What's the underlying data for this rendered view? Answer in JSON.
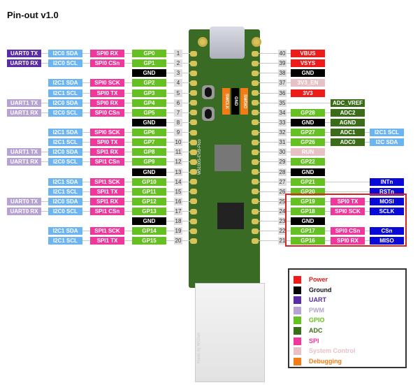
{
  "title": "Pin-out v1.0",
  "board": {
    "name": "W5100S-EVB-Pico",
    "maker": "Made by WIZnet",
    "debug_labels": [
      "SWCLK",
      "GND",
      "SWDIO"
    ]
  },
  "colors": {
    "uart": "#5a2ca6",
    "pwm": "#b7a3d3",
    "i2c": "#6cb5f2",
    "spi": "#f0389c",
    "gpio": "#65c022",
    "gnd": "#000000",
    "power": "#ee1b1b",
    "adc": "#3b6d19",
    "sys": "#e8c1c7",
    "wiz": "#0a0ad8",
    "debug": "#f47c16",
    "highlight": "#dd2222"
  },
  "left_pins": [
    {
      "num": "1",
      "cols": [
        [
          "UART0 TX",
          "uart"
        ],
        [
          "I2C0 SDA",
          "i2c"
        ],
        [
          "SPI0 RX",
          "spi"
        ],
        [
          "GP0",
          "gpio"
        ]
      ]
    },
    {
      "num": "2",
      "cols": [
        [
          "UART0 RX",
          "uart"
        ],
        [
          "I2C0 SCL",
          "i2c"
        ],
        [
          "SPI0 CSn",
          "spi"
        ],
        [
          "GP1",
          "gpio"
        ]
      ]
    },
    {
      "num": "3",
      "cols": [
        null,
        null,
        null,
        [
          "GND",
          "gnd"
        ]
      ]
    },
    {
      "num": "4",
      "cols": [
        null,
        [
          "I2C1 SDA",
          "i2c"
        ],
        [
          "SPI0 SCK",
          "spi"
        ],
        [
          "GP2",
          "gpio"
        ]
      ]
    },
    {
      "num": "5",
      "cols": [
        null,
        [
          "I2C1 SCL",
          "i2c"
        ],
        [
          "SPI0 TX",
          "spi"
        ],
        [
          "GP3",
          "gpio"
        ]
      ]
    },
    {
      "num": "6",
      "cols": [
        [
          "UART1 TX",
          "pwm"
        ],
        [
          "I2C0 SDA",
          "i2c"
        ],
        [
          "SPI0 RX",
          "spi"
        ],
        [
          "GP4",
          "gpio"
        ]
      ]
    },
    {
      "num": "7",
      "cols": [
        [
          "UART1 RX",
          "pwm"
        ],
        [
          "I2C0 SCL",
          "i2c"
        ],
        [
          "SPI0 CSn",
          "spi"
        ],
        [
          "GP5",
          "gpio"
        ]
      ]
    },
    {
      "num": "8",
      "cols": [
        null,
        null,
        null,
        [
          "GND",
          "gnd"
        ]
      ]
    },
    {
      "num": "9",
      "cols": [
        null,
        [
          "I2C1 SDA",
          "i2c"
        ],
        [
          "SPI0 SCK",
          "spi"
        ],
        [
          "GP6",
          "gpio"
        ]
      ]
    },
    {
      "num": "10",
      "cols": [
        null,
        [
          "I2C1 SCL",
          "i2c"
        ],
        [
          "SPI0 TX",
          "spi"
        ],
        [
          "GP7",
          "gpio"
        ]
      ]
    },
    {
      "num": "11",
      "cols": [
        [
          "UART1 TX",
          "pwm"
        ],
        [
          "I2C0 SDA",
          "i2c"
        ],
        [
          "SPI1 RX",
          "spi"
        ],
        [
          "GP8",
          "gpio"
        ]
      ]
    },
    {
      "num": "12",
      "cols": [
        [
          "UART1 RX",
          "pwm"
        ],
        [
          "I2C0 SCL",
          "i2c"
        ],
        [
          "SPI1 CSn",
          "spi"
        ],
        [
          "GP9",
          "gpio"
        ]
      ]
    },
    {
      "num": "13",
      "cols": [
        null,
        null,
        null,
        [
          "GND",
          "gnd"
        ]
      ]
    },
    {
      "num": "14",
      "cols": [
        null,
        [
          "I2C1 SDA",
          "i2c"
        ],
        [
          "SPI1 SCK",
          "spi"
        ],
        [
          "GP10",
          "gpio"
        ]
      ]
    },
    {
      "num": "15",
      "cols": [
        null,
        [
          "I2C1 SCL",
          "i2c"
        ],
        [
          "SPI1 TX",
          "spi"
        ],
        [
          "GP11",
          "gpio"
        ]
      ]
    },
    {
      "num": "16",
      "cols": [
        [
          "UART0 TX",
          "pwm"
        ],
        [
          "I2C0 SDA",
          "i2c"
        ],
        [
          "SPI1 RX",
          "spi"
        ],
        [
          "GP12",
          "gpio"
        ]
      ]
    },
    {
      "num": "17",
      "cols": [
        [
          "UART0 RX",
          "pwm"
        ],
        [
          "I2C0 SCL",
          "i2c"
        ],
        [
          "SPI1 CSn",
          "spi"
        ],
        [
          "GP13",
          "gpio"
        ]
      ]
    },
    {
      "num": "18",
      "cols": [
        null,
        null,
        null,
        [
          "GND",
          "gnd"
        ]
      ]
    },
    {
      "num": "19",
      "cols": [
        null,
        [
          "I2C1 SDA",
          "i2c"
        ],
        [
          "SPI1 SCK",
          "spi"
        ],
        [
          "GP14",
          "gpio"
        ]
      ]
    },
    {
      "num": "20",
      "cols": [
        null,
        [
          "I2C1 SCL",
          "i2c"
        ],
        [
          "SPI1 TX",
          "spi"
        ],
        [
          "GP15",
          "gpio"
        ]
      ]
    }
  ],
  "right_pins": [
    {
      "num": "40",
      "cols": [
        [
          "VBUS",
          "power"
        ],
        null,
        null
      ]
    },
    {
      "num": "39",
      "cols": [
        [
          "VSYS",
          "power"
        ],
        null,
        null
      ]
    },
    {
      "num": "38",
      "cols": [
        [
          "GND",
          "gnd"
        ],
        null,
        null
      ]
    },
    {
      "num": "37",
      "cols": [
        [
          "3V3_EN",
          "sys"
        ],
        null,
        null
      ]
    },
    {
      "num": "36",
      "cols": [
        [
          "3V3",
          "power"
        ],
        null,
        null
      ]
    },
    {
      "num": "35",
      "cols": [
        null,
        [
          "ADC_VREF",
          "adc"
        ],
        null
      ]
    },
    {
      "num": "34",
      "cols": [
        [
          "GP28",
          "gpio"
        ],
        [
          "ADC2",
          "adc"
        ],
        null
      ]
    },
    {
      "num": "33",
      "cols": [
        [
          "GND",
          "gnd"
        ],
        [
          "AGND",
          "adc"
        ],
        null
      ]
    },
    {
      "num": "32",
      "cols": [
        [
          "GP27",
          "gpio"
        ],
        [
          "ADC1",
          "adc"
        ],
        [
          "I2C1 SCL",
          "i2c"
        ]
      ]
    },
    {
      "num": "31",
      "cols": [
        [
          "GP26",
          "gpio"
        ],
        [
          "ADC0",
          "adc"
        ],
        [
          "I2C SDA",
          "i2c"
        ]
      ]
    },
    {
      "num": "30",
      "cols": [
        [
          "RUN",
          "sys"
        ],
        null,
        null
      ]
    },
    {
      "num": "29",
      "cols": [
        [
          "GP22",
          "gpio"
        ],
        null,
        null
      ]
    },
    {
      "num": "28",
      "cols": [
        [
          "GND",
          "gnd"
        ],
        null,
        null
      ]
    },
    {
      "num": "27",
      "cols": [
        [
          "GP21",
          "gpio"
        ],
        null,
        [
          "INTn",
          "wiz"
        ]
      ]
    },
    {
      "num": "26",
      "cols": [
        [
          "GP20",
          "gpio"
        ],
        null,
        [
          "RSTn",
          "wiz"
        ]
      ]
    },
    {
      "num": "25",
      "cols": [
        [
          "GP19",
          "gpio"
        ],
        [
          "SPI0 TX",
          "spi"
        ],
        [
          "MOSI",
          "wiz"
        ]
      ]
    },
    {
      "num": "24",
      "cols": [
        [
          "GP18",
          "gpio"
        ],
        [
          "SPI0 SCK",
          "spi"
        ],
        [
          "SCLK",
          "wiz"
        ]
      ]
    },
    {
      "num": "23",
      "cols": [
        [
          "GND",
          "gnd"
        ],
        null,
        null
      ]
    },
    {
      "num": "22",
      "cols": [
        [
          "GP17",
          "gpio"
        ],
        [
          "SPI0 CSn",
          "spi"
        ],
        [
          "CSn",
          "wiz"
        ]
      ]
    },
    {
      "num": "21",
      "cols": [
        [
          "GP16",
          "gpio"
        ],
        [
          "SPI0 RX",
          "spi"
        ],
        [
          "MISO",
          "wiz"
        ]
      ]
    }
  ],
  "legend": [
    {
      "label": "Power",
      "type": "power",
      "text_color": "#e02020"
    },
    {
      "label": "Ground",
      "type": "gnd",
      "text_color": "#111111"
    },
    {
      "label": "UART",
      "type": "uart",
      "text_color": "#5a2ca6"
    },
    {
      "label": "PWM",
      "type": "pwm",
      "text_color": "#b7a3d3"
    },
    {
      "label": "GPIO",
      "type": "gpio",
      "text_color": "#65c022"
    },
    {
      "label": "ADC",
      "type": "adc",
      "text_color": "#3b6d19"
    },
    {
      "label": "SPI",
      "type": "spi",
      "text_color": "#f0389c"
    },
    {
      "label": "System Control",
      "type": "sys",
      "text_color": "#e8c1c7"
    },
    {
      "label": "Debugging",
      "type": "debug",
      "text_color": "#f47c16"
    }
  ]
}
